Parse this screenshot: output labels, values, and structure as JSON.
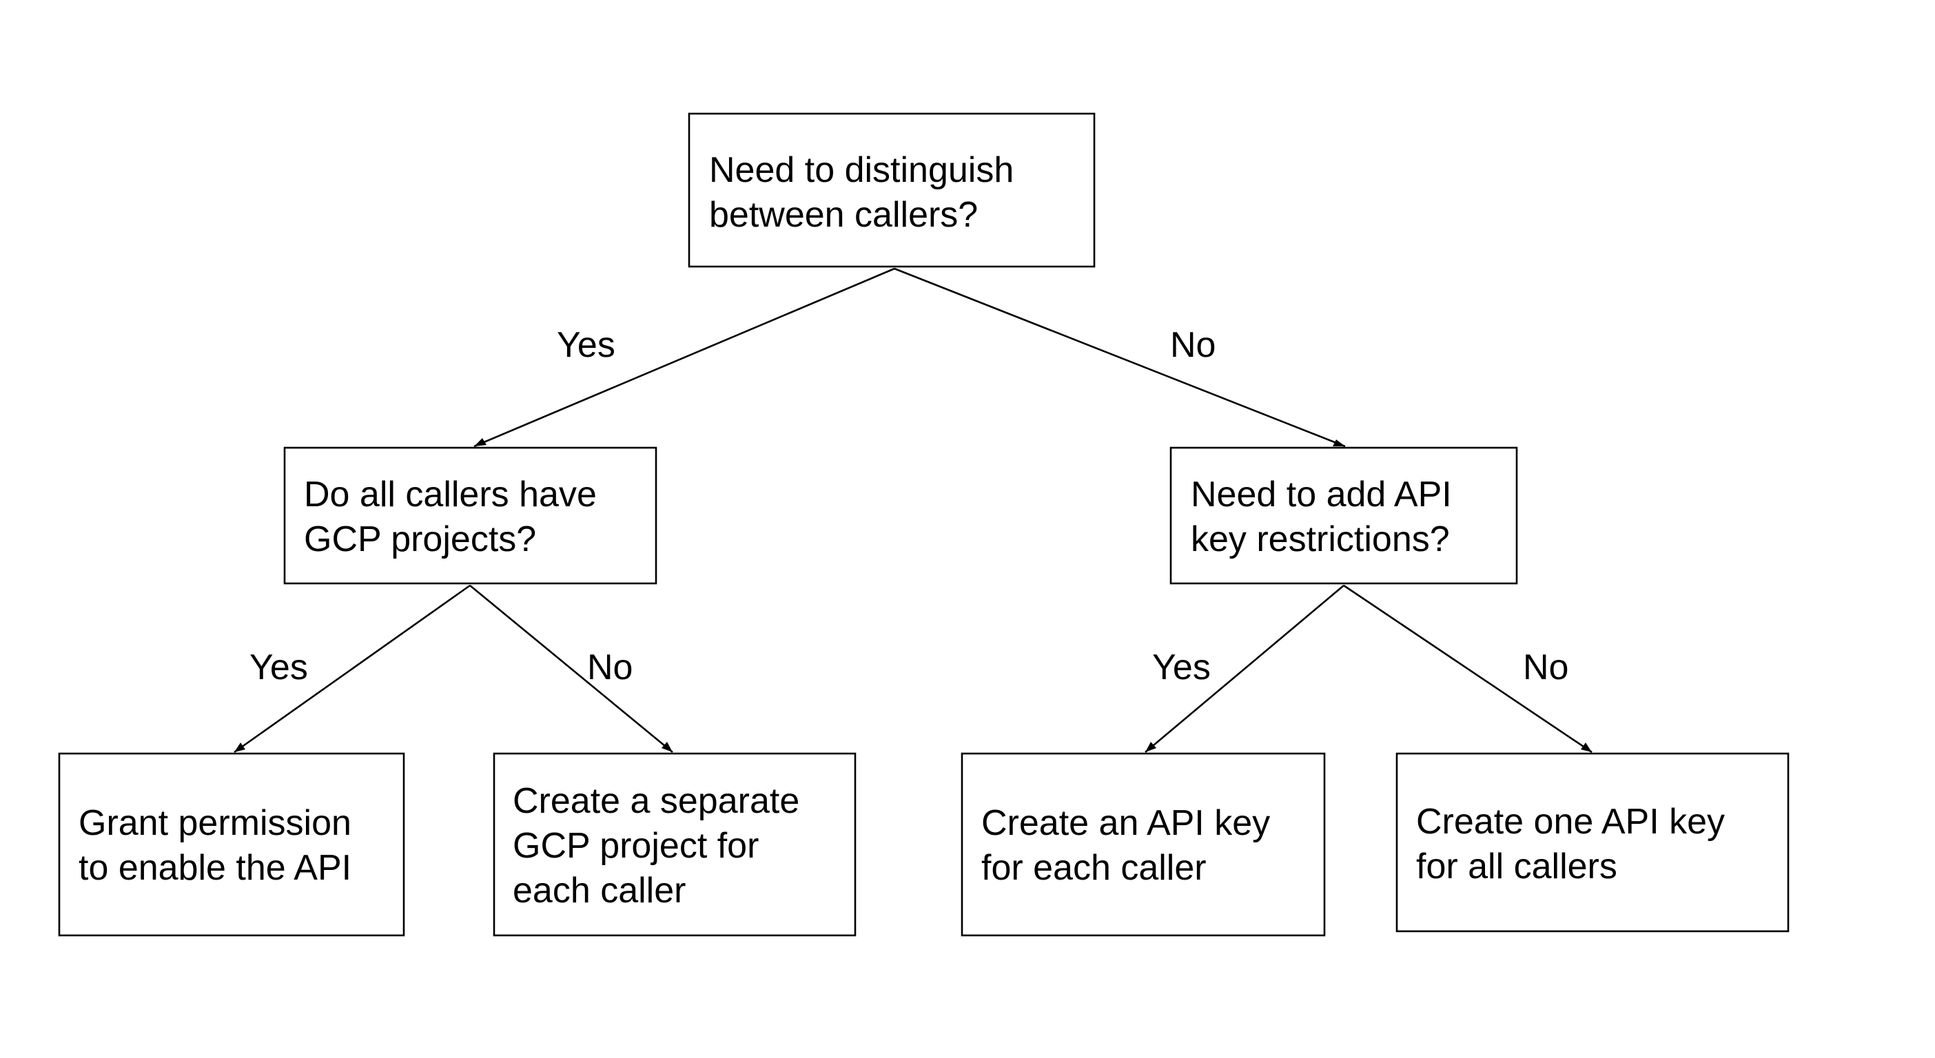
{
  "diagram": {
    "nodes": {
      "root": {
        "lines": [
          "Need to distinguish",
          "between callers?"
        ]
      },
      "gcp_projects": {
        "lines": [
          "Do all callers have",
          "GCP projects?"
        ]
      },
      "key_restrictions": {
        "lines": [
          "Need to add API",
          "key restrictions?"
        ]
      },
      "grant_permission": {
        "lines": [
          "Grant permission",
          "to enable the API"
        ]
      },
      "separate_project": {
        "lines": [
          "Create a separate",
          "GCP project for",
          "each caller"
        ]
      },
      "key_each_caller": {
        "lines": [
          "Create an API key",
          "for each caller"
        ]
      },
      "one_key": {
        "lines": [
          "Create one API key",
          "for all callers"
        ]
      }
    },
    "edges": {
      "root_yes": "Yes",
      "root_no": "No",
      "gcp_yes": "Yes",
      "gcp_no": "No",
      "restrict_yes": "Yes",
      "restrict_no": "No"
    }
  }
}
